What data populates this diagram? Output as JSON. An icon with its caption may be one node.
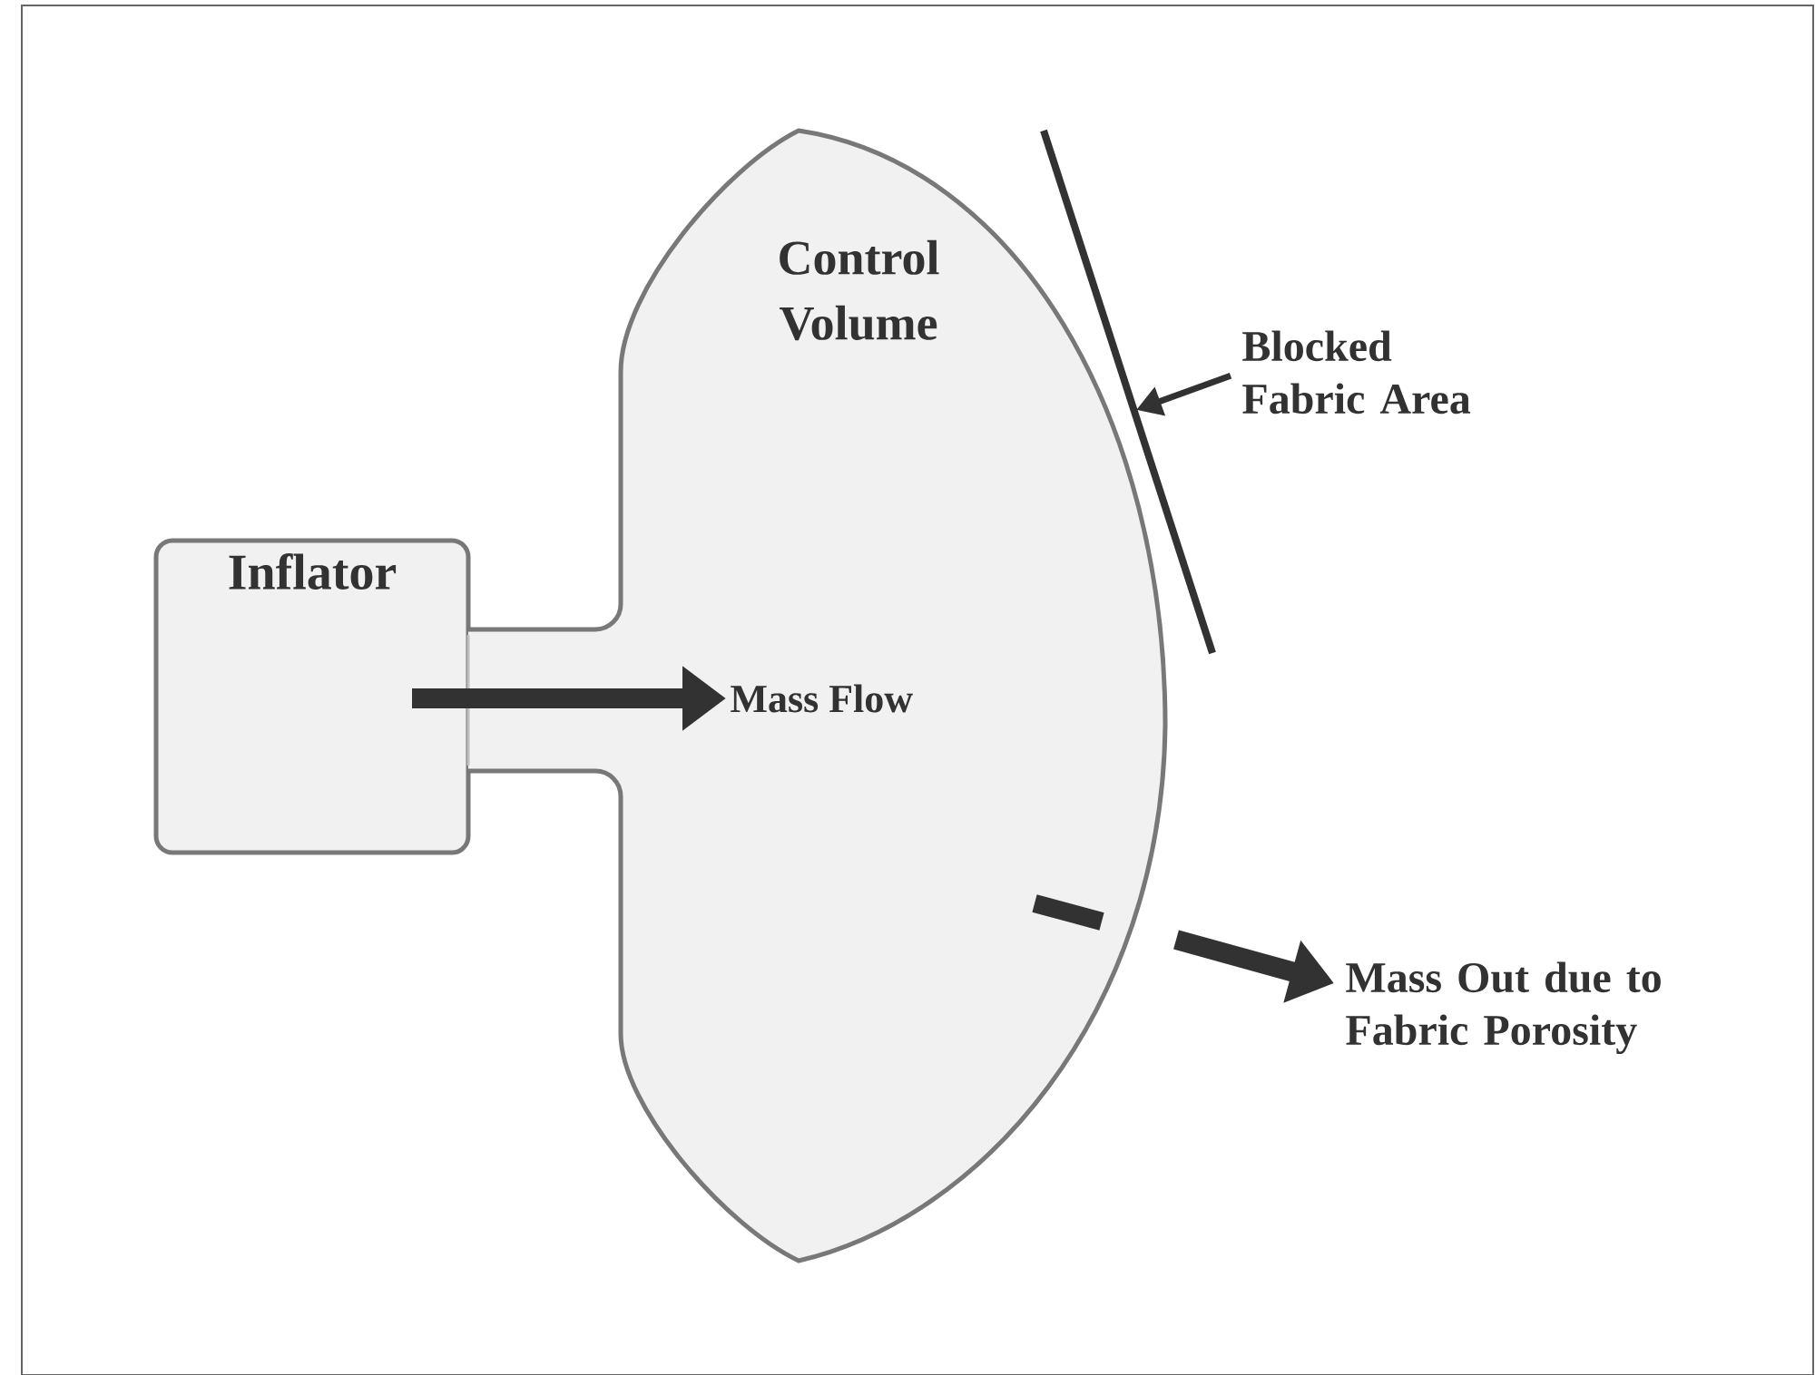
{
  "diagram": {
    "nodes": [
      {
        "text": [
          "Inflator"
        ]
      },
      {
        "text": [
          "Control Volume"
        ]
      },
      {
        "text": [
          "Mass Flow"
        ],
        "in": 1
      },
      {
        "text": [
          "Blocked Fabric Area"
        ]
      },
      {
        "text": [
          "Mass Out due to Fabric Porosity"
        ]
      }
    ],
    "edges": [
      {
        "from": 0,
        "to": 2,
        "arrow": "to"
      },
      {
        "from": 3,
        "to": null,
        "arrow": "to"
      },
      {
        "from": null,
        "to": 4,
        "arrow": "to"
      }
    ]
  }
}
